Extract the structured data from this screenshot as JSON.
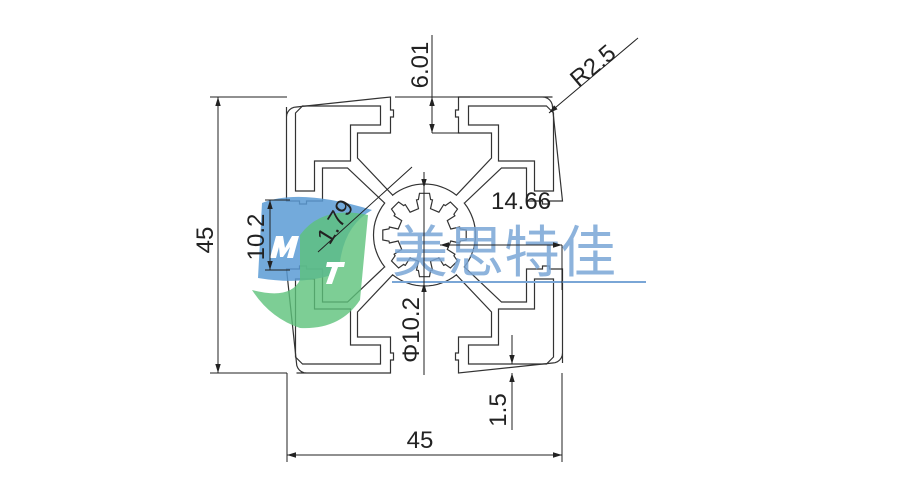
{
  "drawing": {
    "title": "45x45 aluminum profile cross-section",
    "line_color": "#333333",
    "dimensions": {
      "overall_height": "45",
      "overall_width": "45",
      "slot_depth": "6.01",
      "corner_radius": "R2.5",
      "slot_width": "10.2",
      "web_thickness": "1.79",
      "slot_inner_width": "14.66",
      "center_hole": "Φ10.2",
      "wall_thickness": "1.5"
    }
  },
  "watermark": {
    "logo_letters": "MT",
    "company_name": "美思特佳",
    "blue": "#5b9bd5",
    "green": "#5cc27a"
  }
}
